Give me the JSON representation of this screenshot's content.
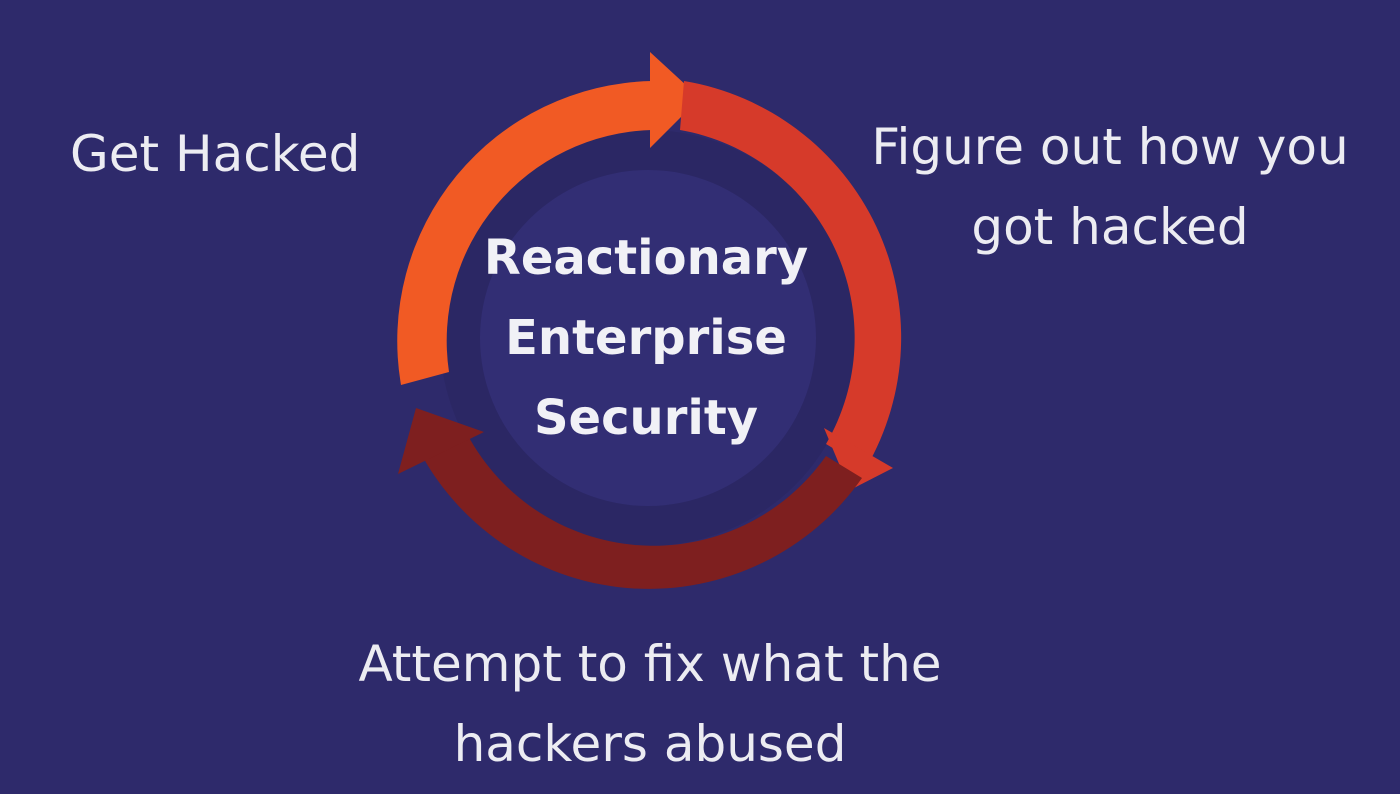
{
  "diagram": {
    "center": {
      "lines": [
        "Reactionary",
        "Enterprise",
        "Security"
      ]
    },
    "steps": {
      "get_hacked": {
        "lines": [
          "Get Hacked"
        ]
      },
      "figure_out": {
        "lines": [
          "Figure out how you",
          "got hacked"
        ]
      },
      "attempt_fix": {
        "lines": [
          "Attempt to fix what the",
          "hackers abused"
        ]
      }
    },
    "colors": {
      "background": "#2e2a6b",
      "inner_disc": "#2b2764",
      "inner_ring": "#322e74",
      "arc_orange": "#f15a24",
      "arc_red": "#d63a2a",
      "arc_dark_red": "#7e1f1f",
      "text": "#ececf2"
    }
  }
}
